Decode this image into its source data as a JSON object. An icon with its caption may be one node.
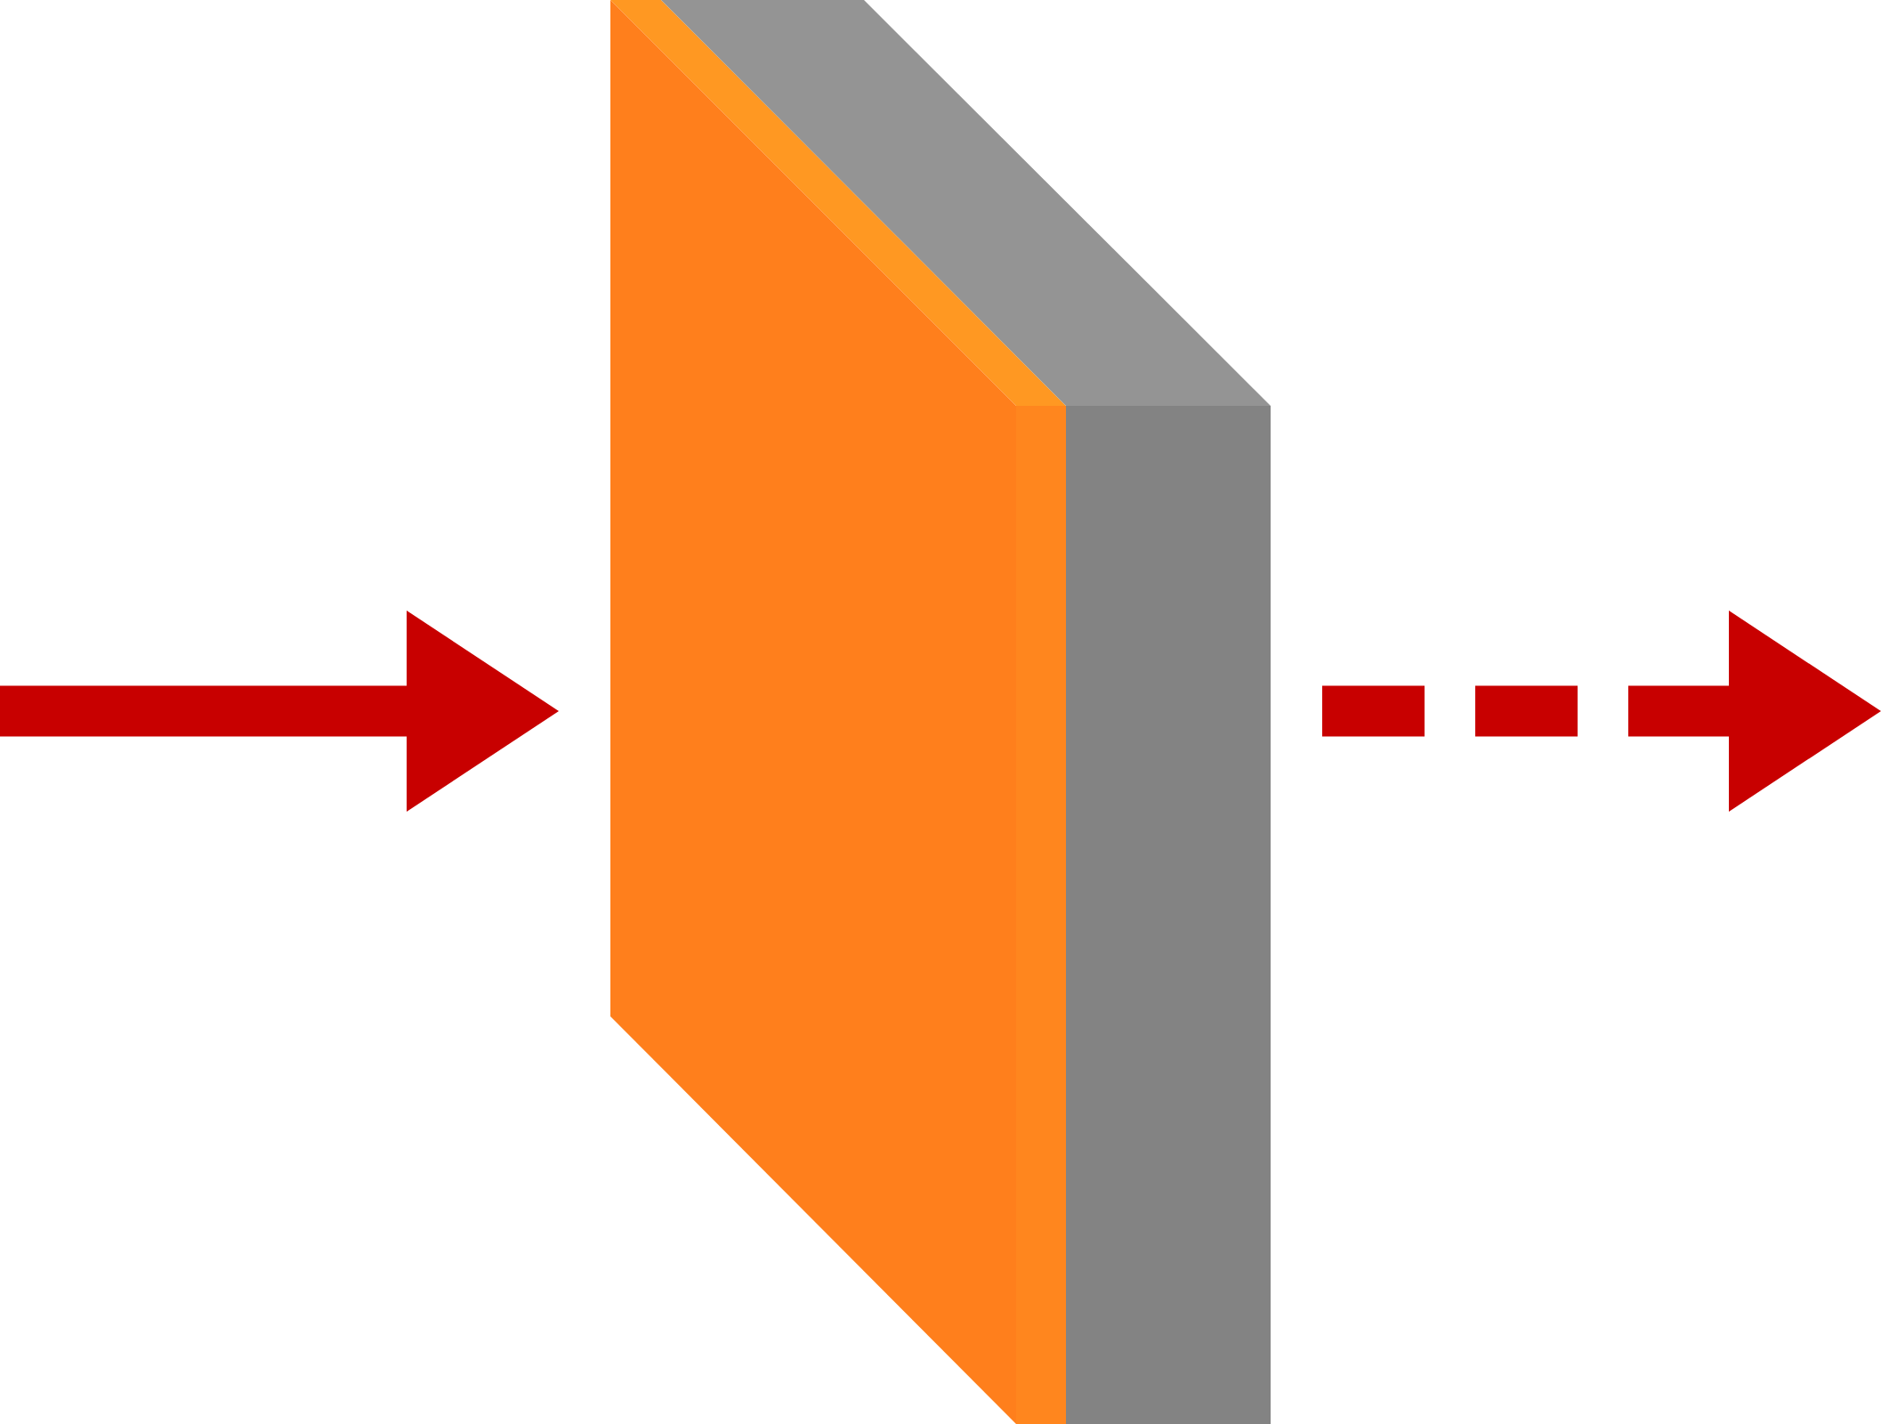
{
  "diagram": {
    "nodes": [
      {
        "text": [],
        "shape": "box"
      },
      {
        "text": [],
        "shape": "box"
      }
    ],
    "edges": [
      {
        "from": null,
        "to": 0,
        "arrow": "to"
      },
      {
        "from": 1,
        "to": null,
        "arrow": "to",
        "style": "dashed"
      }
    ]
  }
}
